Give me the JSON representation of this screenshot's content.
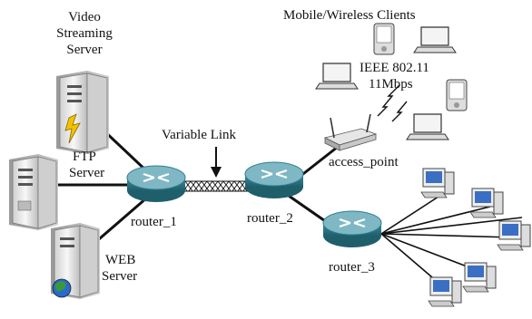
{
  "labels": {
    "video_server": [
      "Video",
      "Streaming",
      "Server"
    ],
    "ftp_server": [
      "FTP",
      "Server"
    ],
    "web_server": [
      "WEB",
      "Server"
    ],
    "router_1": "router_1",
    "router_2": "router_2",
    "router_3": "router_3",
    "access_point": "access_point",
    "variable_link": "Variable Link",
    "wireless_title": "Mobile/Wireless Clients",
    "wifi_standard": "IEEE 802.11",
    "wifi_speed": "11Mbps"
  },
  "colors": {
    "router_body": "#2f7f8f",
    "router_top": "#7fb7c4",
    "server_body": "#e9e9e9",
    "link": "#111111",
    "screen": "#3b6fc4"
  },
  "icons": [
    "server-icon",
    "router-icon",
    "access-point-icon",
    "laptop-icon",
    "pda-icon",
    "desktop-pc-icon",
    "lightning-icon",
    "globe-icon",
    "arrow-down-icon"
  ]
}
